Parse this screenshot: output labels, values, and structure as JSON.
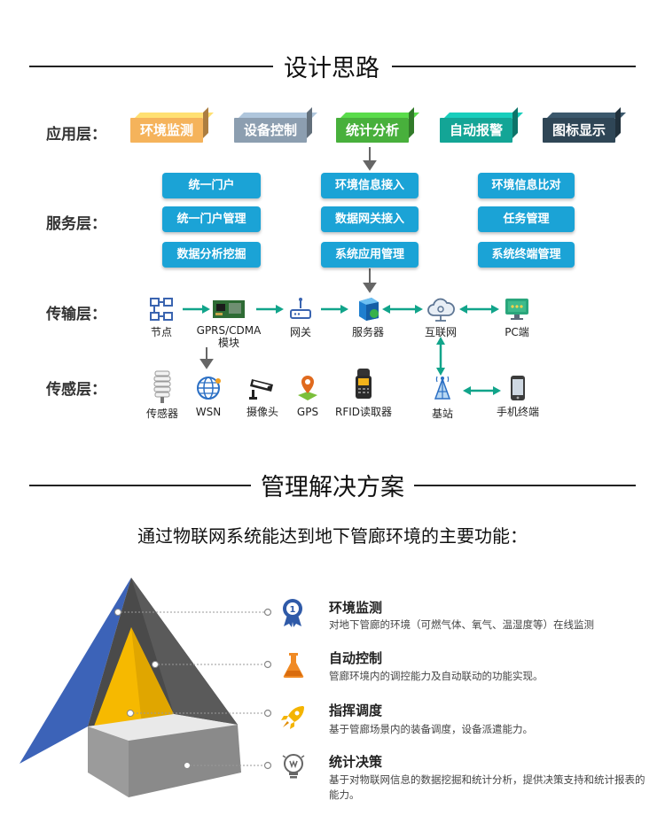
{
  "section1": {
    "title": "设计思路"
  },
  "layers": {
    "application": "应用层：",
    "service": "服务层：",
    "transport": "传输层：",
    "sensing": "传感层："
  },
  "app_boxes": [
    {
      "label": "环境监测",
      "color": "#f5b35b",
      "text_color": "#ffffff"
    },
    {
      "label": "设备控制",
      "color": "#8c9eb0",
      "text_color": "#ffffff"
    },
    {
      "label": "统计分析",
      "color": "#48b03c",
      "text_color": "#ffffff"
    },
    {
      "label": "自动报警",
      "color": "#13a596",
      "text_color": "#ffffff"
    },
    {
      "label": "图标显示",
      "color": "#2f4656",
      "text_color": "#ffffff"
    }
  ],
  "service_buttons": {
    "col1": [
      "统一门户",
      "统一门户管理",
      "数据分析挖掘"
    ],
    "col2": [
      "环境信息接入",
      "数据网关接入",
      "系统应用管理"
    ],
    "col3": [
      "环境信息比对",
      "任务管理",
      "系统终端管理"
    ]
  },
  "transport_nodes": {
    "node": "节点",
    "gprs_line1": "GPRS/CDMA",
    "gprs_line2": "模块",
    "gateway": "网关",
    "server": "服务器",
    "internet": "互联网",
    "pc": "PC端"
  },
  "sensing_nodes": {
    "sensor": "传感器",
    "wsn": "WSN",
    "camera": "摄像头",
    "gps": "GPS",
    "rfid": "RFID读取器",
    "base_station": "基站",
    "mobile": "手机终端"
  },
  "section2": {
    "title": "管理解决方案",
    "intro": "通过物联网系统能达到地下管廊环境的主要功能："
  },
  "features": [
    {
      "title": "环境监测",
      "desc": "对地下管廊的环境（可燃气体、氧气、温湿度等）在线监测",
      "icon": "award-badge-icon"
    },
    {
      "title": "自动控制",
      "desc": "管廊环境内的调控能力及自动联动的功能实现。",
      "icon": "flask-icon"
    },
    {
      "title": "指挥调度",
      "desc": "基于管廊场景内的装备调度，设备派遣能力。",
      "icon": "rocket-icon"
    },
    {
      "title": "统计决策",
      "desc": "基于对物联网信息的数据挖掘和统计分析，提供决策支持和统计报表的能力。",
      "icon": "lightbulb-icon"
    }
  ],
  "colors": {
    "service_blue": "#1ba3d6",
    "arrow_green": "#11a48a",
    "pyramid_blue": "#3c63b8",
    "pyramid_yellow": "#f6b900",
    "pyramid_dark": "#4a4a4a",
    "pyramid_gray": "#8e8e8e",
    "feature_icon_blue": "#2f5aa8",
    "feature_icon_orange": "#f08a24",
    "feature_icon_yellow": "#f4b400"
  }
}
